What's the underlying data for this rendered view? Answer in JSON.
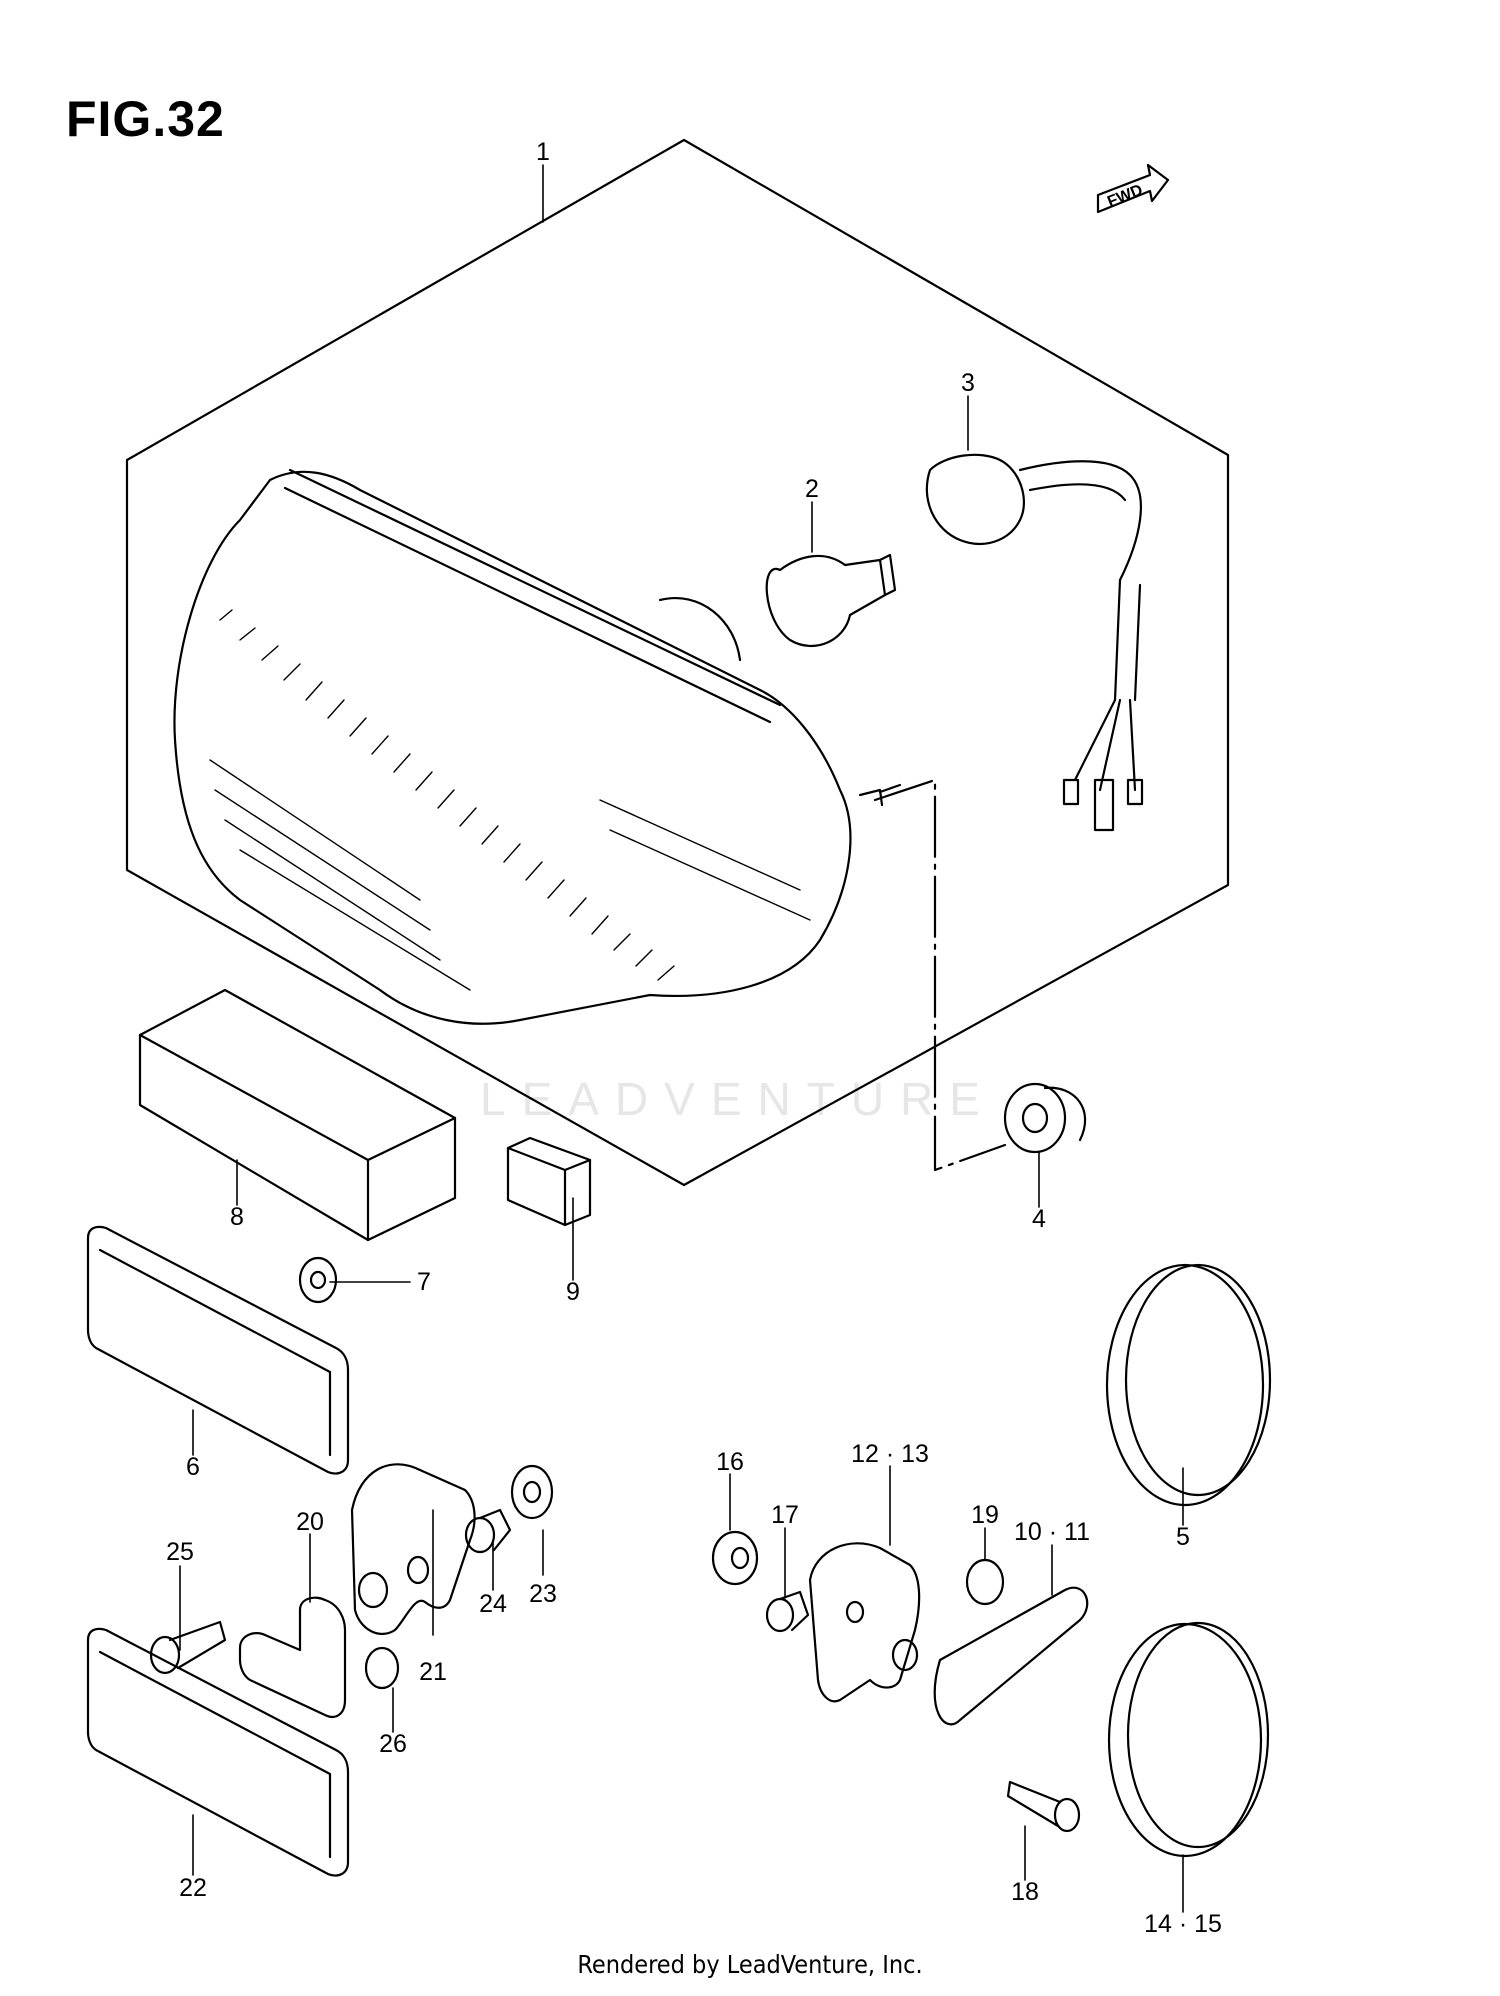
{
  "figure": {
    "title": "FIG.32",
    "forward_marker": "FWD",
    "footer": "Rendered by LeadVenture, Inc.",
    "watermark": "LEADVENTURE"
  },
  "callouts": [
    {
      "id": "c1",
      "text": "1"
    },
    {
      "id": "c2",
      "text": "2"
    },
    {
      "id": "c3",
      "text": "3"
    },
    {
      "id": "c4",
      "text": "4"
    },
    {
      "id": "c5",
      "text": "5"
    },
    {
      "id": "c6",
      "text": "6"
    },
    {
      "id": "c7",
      "text": "7"
    },
    {
      "id": "c8",
      "text": "8"
    },
    {
      "id": "c9",
      "text": "9"
    },
    {
      "id": "c10",
      "text": "10 · 11"
    },
    {
      "id": "c12",
      "text": "12 · 13"
    },
    {
      "id": "c14",
      "text": "14 · 15"
    },
    {
      "id": "c16",
      "text": "16"
    },
    {
      "id": "c17",
      "text": "17"
    },
    {
      "id": "c18",
      "text": "18"
    },
    {
      "id": "c19",
      "text": "19"
    },
    {
      "id": "c20",
      "text": "20"
    },
    {
      "id": "c21",
      "text": "21"
    },
    {
      "id": "c22",
      "text": "22"
    },
    {
      "id": "c23",
      "text": "23"
    },
    {
      "id": "c24",
      "text": "24"
    },
    {
      "id": "c25",
      "text": "25"
    },
    {
      "id": "c26",
      "text": "26"
    }
  ]
}
